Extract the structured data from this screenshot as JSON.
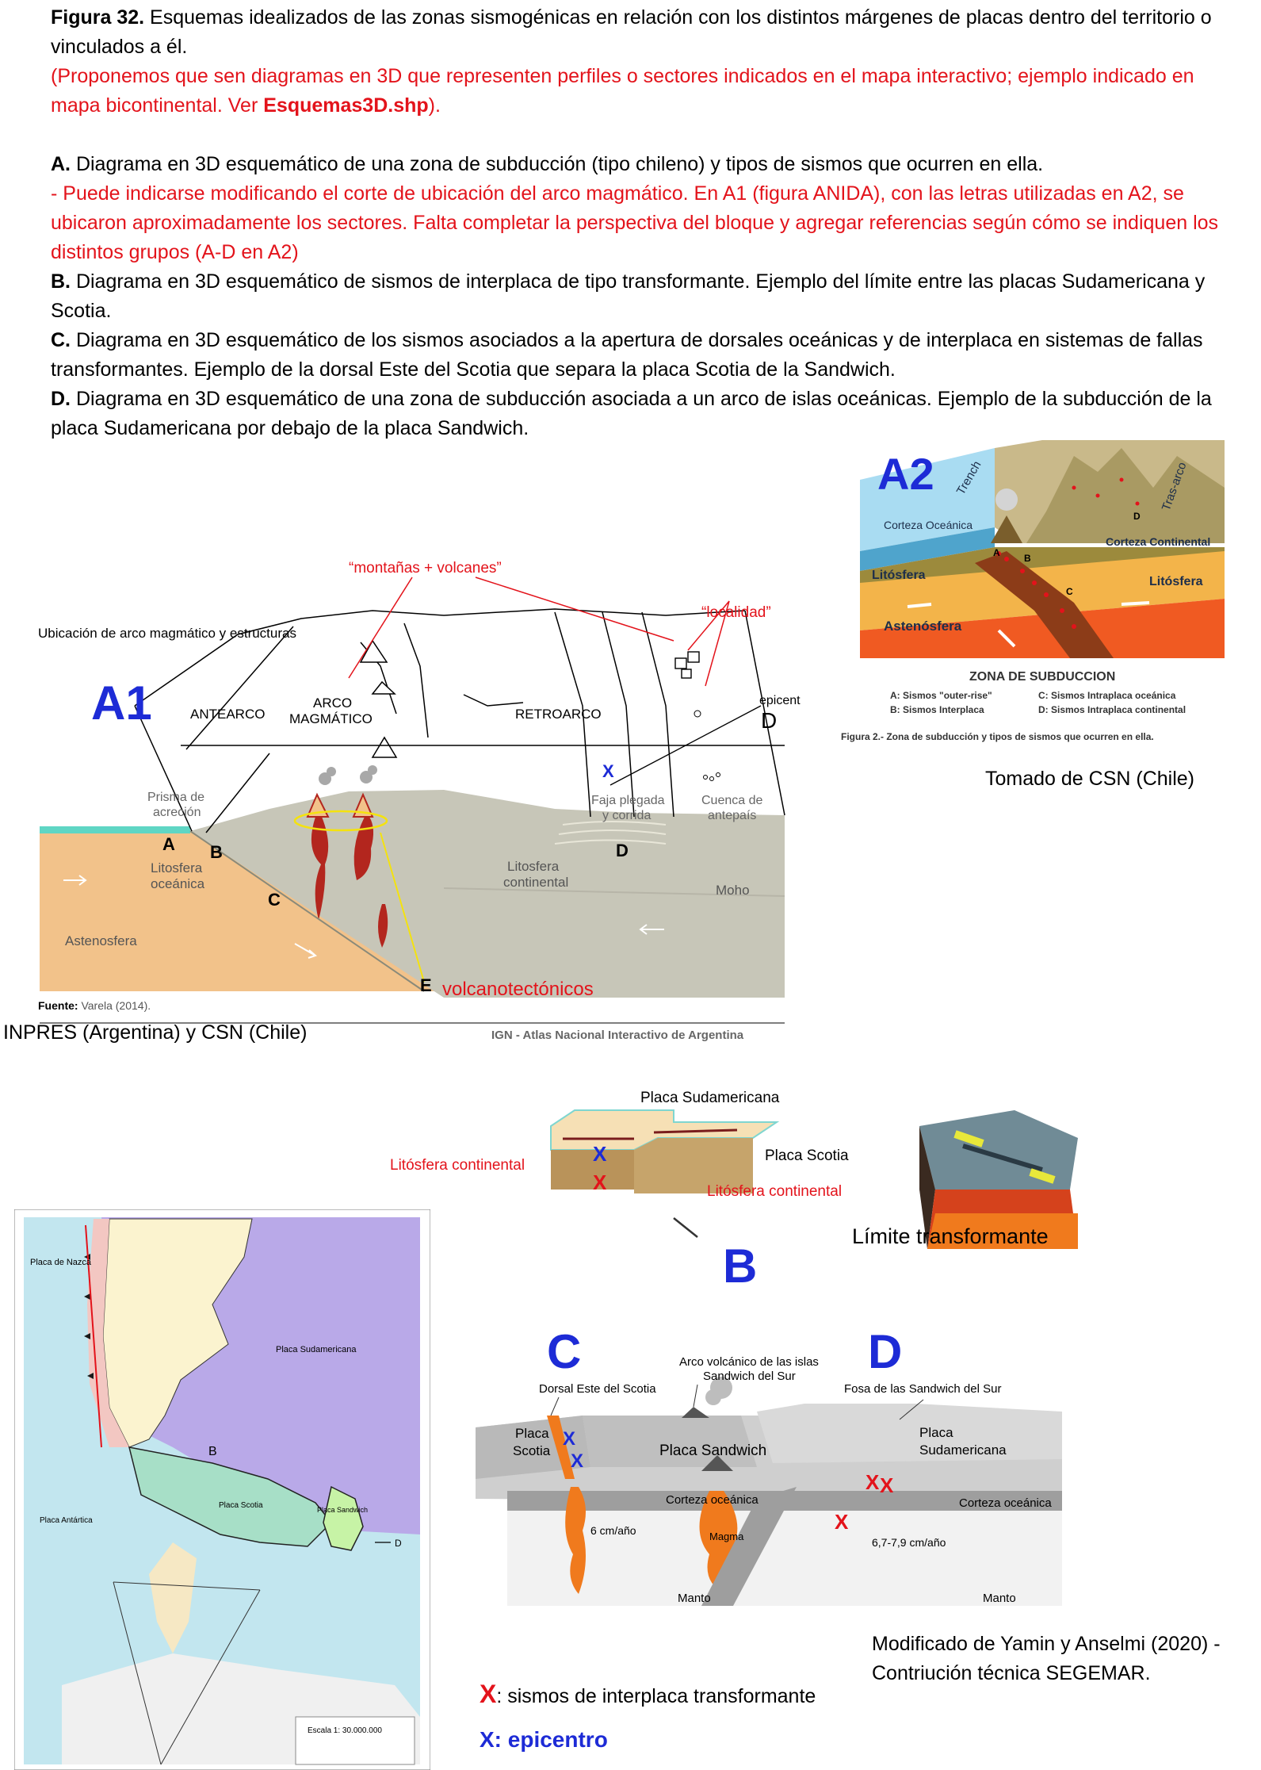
{
  "caption": {
    "fig_label": "Figura 32.",
    "fig_title": " Esquemas idealizados de las zonas sismogénicas en relación con los distintos márgenes de placas dentro del territorio o vinculados a él.",
    "note_1": " (Proponemos que sen diagramas en 3D que representen perfiles o sectores indicados en el mapa interactivo; ejemplo indicado en mapa bicontinental. Ver ",
    "note_bold": "Esquemas3D.shp",
    "note_2": ").",
    "a_label": "A.",
    "a_text": " Diagrama en 3D esquemático de una zona de subducción (tipo chileno) y tipos de sismos que ocurren en ella.",
    "a_note": "- Puede indicarse modificando el corte de ubicación del arco magmático. En A1 (figura ANIDA), con las letras utilizadas en A2, se ubicaron aproximadamente los sectores. Falta completar la perspectiva del bloque y agregar referencias según cómo se indiquen los distintos grupos (A-D en A2)",
    "b_label": "B.",
    "b_text": " Diagrama en 3D esquemático de sismos de interplaca de tipo transformante. Ejemplo del límite entre las placas Sudamericana y Scotia.",
    "c_label": "C.",
    "c_text": " Diagrama en 3D esquemático de los sismos asociados a la apertura de dorsales oceánicas y de interplaca en sistemas de fallas transformantes. Ejemplo de la dorsal Este del Scotia que separa la placa Scotia de la Sandwich.",
    "d_label": "D.",
    "d_text": " Diagrama en 3D esquemático de una zona de subducción asociada a un arco de islas oceánicas. Ejemplo de la subducción de la placa Sudamericana por debajo de la placa Sandwich."
  },
  "a1": {
    "big_label": "A1",
    "annot_mountains": "“montañas + volcanes”",
    "annot_locality": "“localidad”",
    "header": "Ubicación de arco magmático y estructuras",
    "antearco": "ANTEARCO",
    "arco_1": "ARCO",
    "arco_2": "MAGMÁTICO",
    "retroarco": "RETROARCO",
    "epicentro": "epicentro",
    "letter_d_top": "D",
    "prisma_1": "Prisma de",
    "prisma_2": "acreción",
    "faja_1": "Faja plegada",
    "faja_2": "y corrida",
    "cuenca_1": "Cuenca de",
    "cuenca_2": "antepaís",
    "letter_a": "A",
    "letter_b": "B",
    "letter_c": "C",
    "letter_d": "D",
    "letter_e": "E",
    "lito_oce_1": "Litosfera",
    "lito_oce_2": "oceánica",
    "lito_cont_1": "Litosfera",
    "lito_cont_2": "continental",
    "moho": "Moho",
    "astenosfera": "Astenosfera",
    "volcanotectonicos": "volcanotectónicos",
    "fuente_label": "Fuente:",
    "fuente_text": " Varela (2014).",
    "credits_left": "INPRES (Argentina) y CSN (Chile)",
    "credits_right": "IGN - Atlas Nacional Interactivo de Argentina",
    "x_mark": "X"
  },
  "a2": {
    "big_label": "A2",
    "trench": "Trench",
    "tras_arco": "Tras-arco",
    "corteza_oce": "Corteza Oceánica",
    "corteza_cont": "Corteza Continental",
    "litosfera_left": "Litósfera",
    "litosfera_right": "Litósfera",
    "astenosfera": "Astenósfera",
    "letter_a": "A",
    "letter_b": "B",
    "letter_c": "C",
    "letter_d": "D",
    "zona": "ZONA DE SUBDUCCION",
    "leg_a": "A: Sismos \"outer-rise\"",
    "leg_b": "B: Sismos Interplaca",
    "leg_c": "C: Sismos Intraplaca oceánica",
    "leg_d": "D: Sismos Intraplaca continental",
    "fig2": "Figura 2.- Zona de subducción y tipos de sismos que ocurren en ella.",
    "source": "Tomado de CSN (Chile)"
  },
  "b": {
    "placa_sudamericana": "Placa Sudamericana",
    "placa_scotia": "Placa Scotia",
    "lito_cont_left": "Litósfera continental",
    "lito_cont_right": "Litósfera continental",
    "big_label": "B",
    "limite": "Límite transformante",
    "x_blue": "X",
    "x_red": "X"
  },
  "map": {
    "placa_nazca": "Placa de Nazca",
    "placa_sudamericana": "Placa Sudamericana",
    "placa_scotia": "Placa Scotia",
    "placa_sandwich": "Placa Sandwich",
    "placa_antartica": "Placa Antártica",
    "marker_b": "B",
    "marker_d": "D",
    "escala": "Escala 1: 30.000.000"
  },
  "cd": {
    "label_c": "C",
    "label_d": "D",
    "arco_1": "Arco volcánico de las islas",
    "arco_2": "Sandwich del Sur",
    "dorsal": "Dorsal Este del Scotia",
    "fosa": "Fosa de las Sandwich del Sur",
    "placa_scotia_1": "Placa",
    "placa_scotia_2": "Scotia",
    "placa_sandwich": "Placa Sandwich",
    "placa_sud_1": "Placa",
    "placa_sud_2": "Sudamericana",
    "corteza_left": "Corteza oceánica",
    "corteza_right": "Corteza oceánica",
    "rate_left": "6 cm/año",
    "rate_right": "6,7-7,9 cm/año",
    "magma": "Magma",
    "manto_left": "Manto",
    "manto_right": "Manto",
    "x_mark": "X"
  },
  "footer": {
    "credit_1": "Modificado de Yamin y Anselmi (2020) -",
    "credit_2": "Contriución técnica SEGEMAR.",
    "legend_red_x": "X",
    "legend_red_text": ": sismos de interplaca transformante",
    "legend_blue": "X: epicentro"
  },
  "colors": {
    "accent_red": "#e3131b",
    "accent_blue": "#1d2bd6",
    "ocean_lithosphere": "#f2c28a",
    "continental": "#c7c6b8",
    "magma": "#b3261e",
    "asthenosphere": "#f05a22"
  }
}
